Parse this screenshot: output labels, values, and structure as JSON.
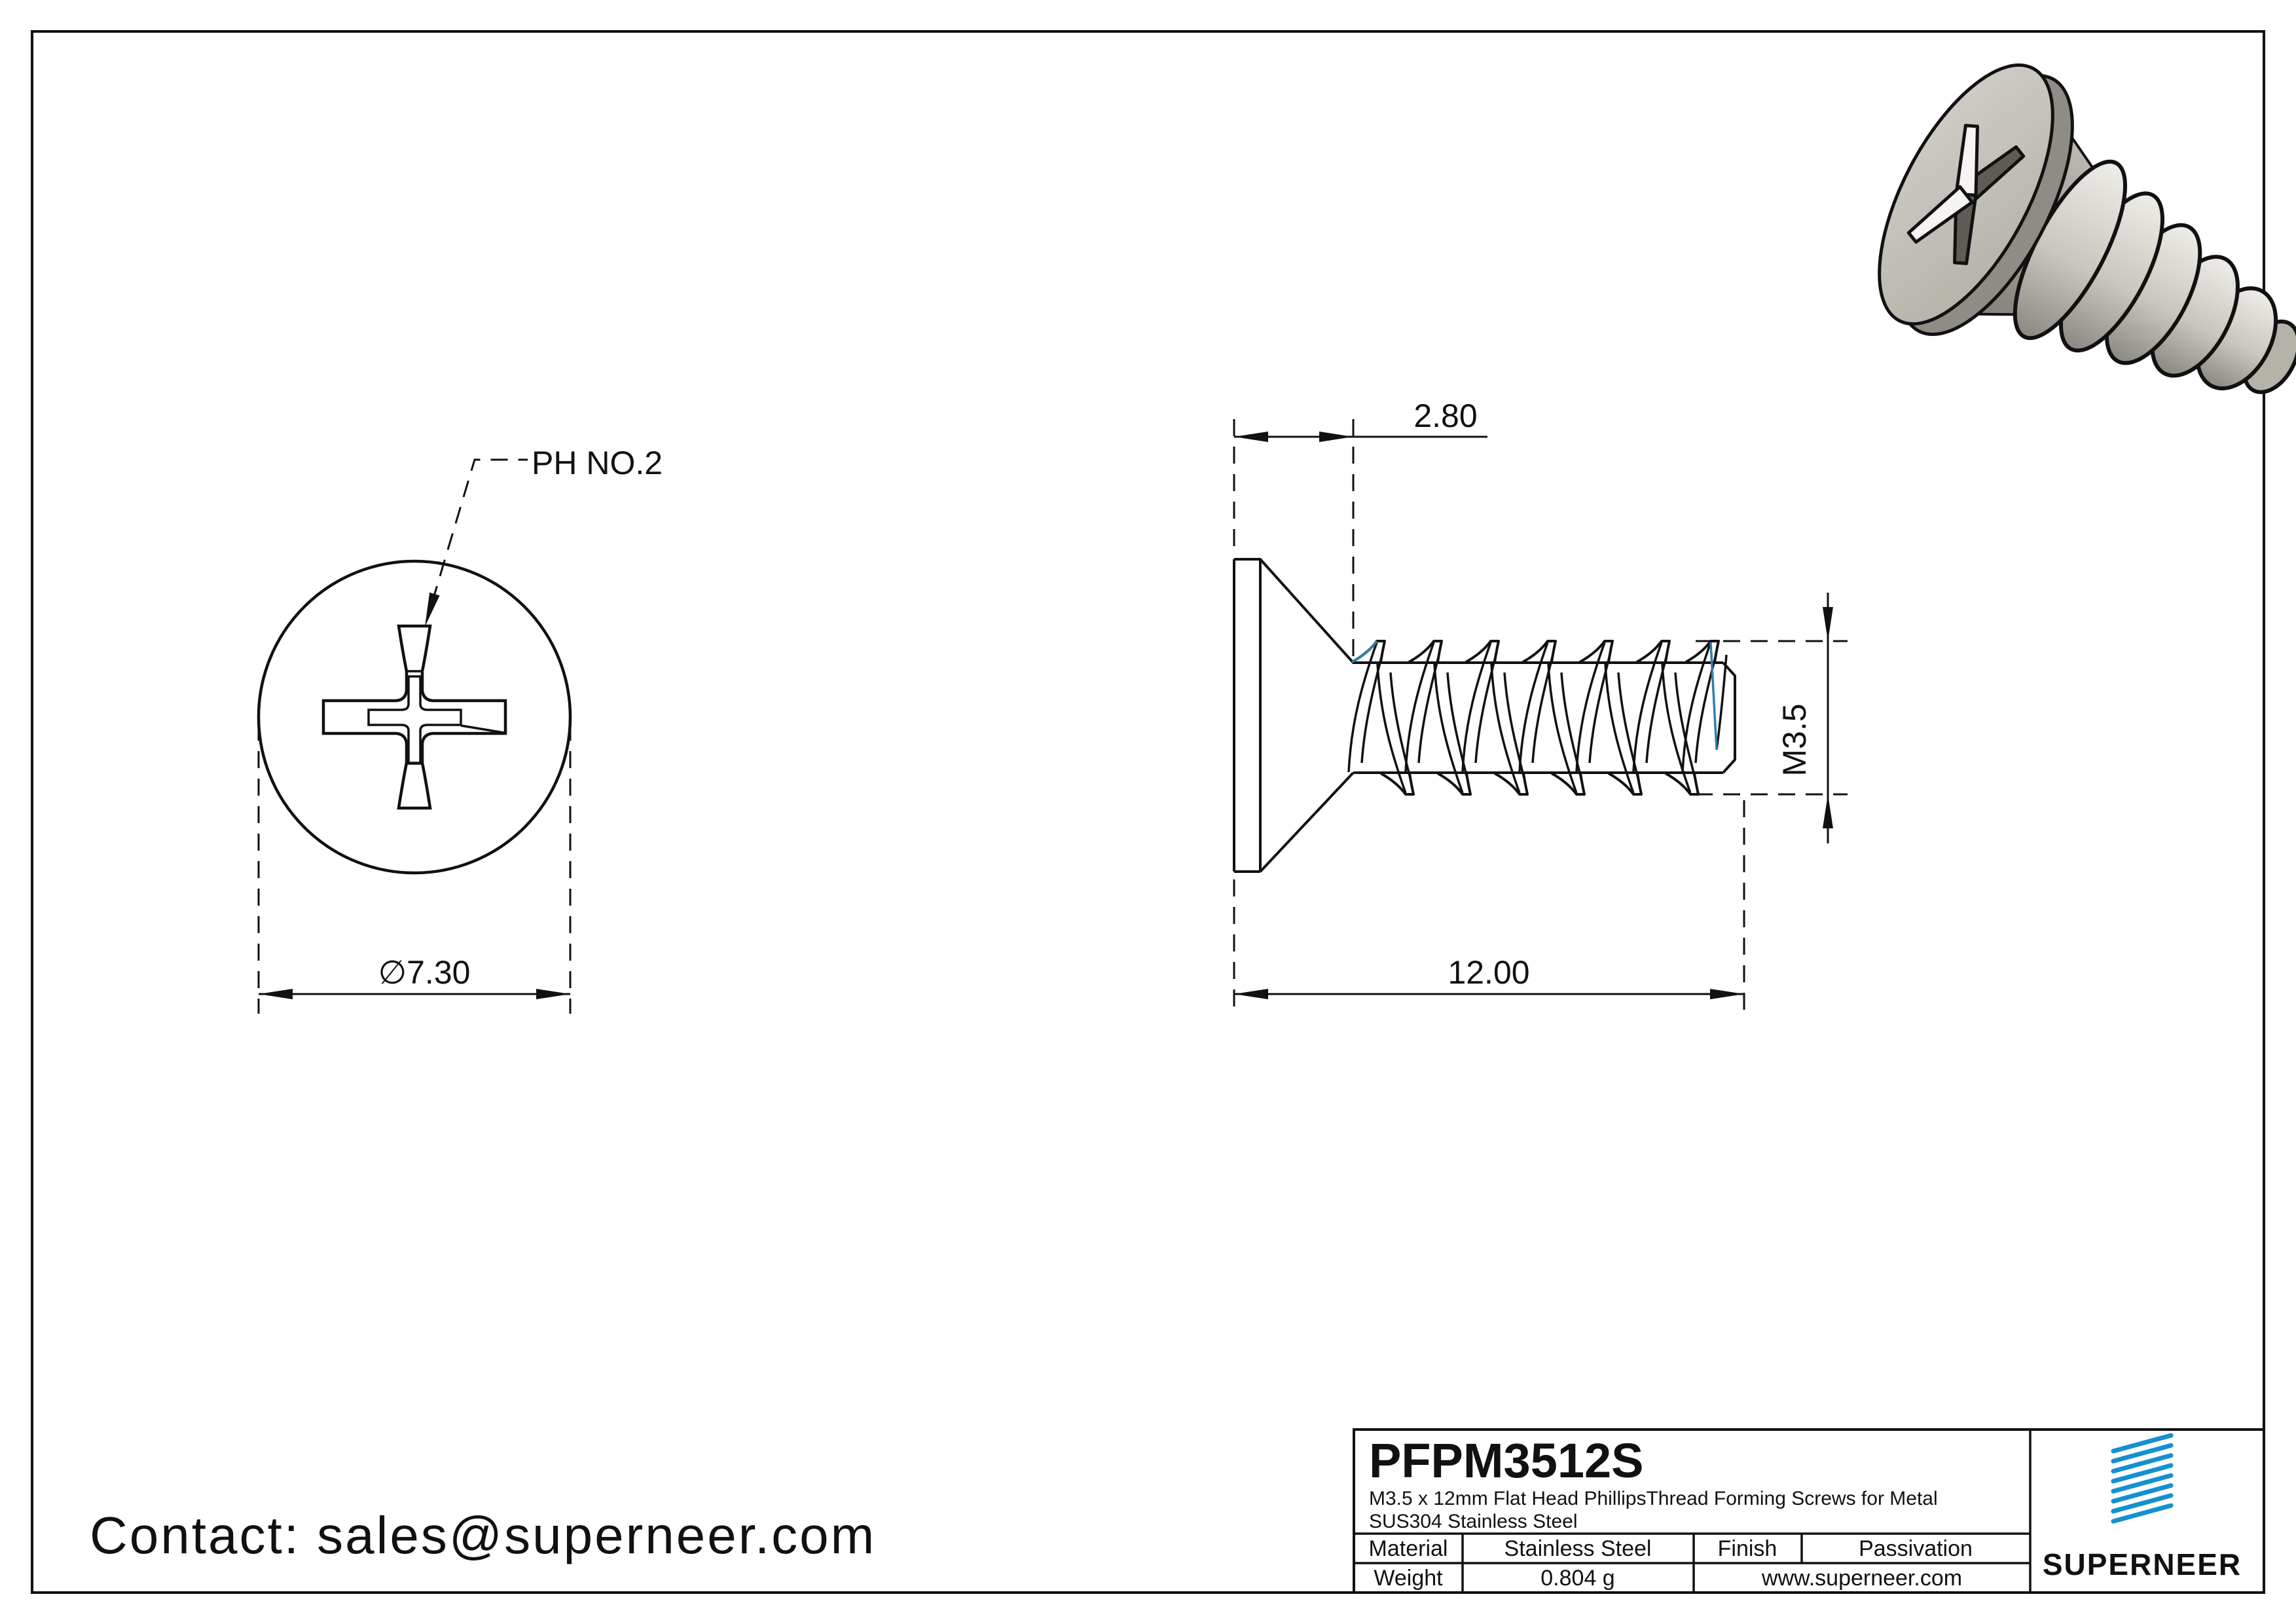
{
  "page": {
    "background": "#ffffff",
    "line_color": "#111111",
    "contact": "Contact: sales@superneer.com"
  },
  "front_view": {
    "recess_label": "PH NO.2",
    "head_diameter": "∅7.30"
  },
  "side_view": {
    "head_height": "2.80",
    "total_length": "12.00",
    "thread_spec": "M3.5",
    "thread_accent_color": "#2e7fad"
  },
  "title_block": {
    "part_number": "PFPM3512S",
    "description_line1": "M3.5 x 12mm Flat Head PhillipsThread Forming Screws for Metal",
    "description_line2": "SUS304 Stainless Steel",
    "material_label": "Material",
    "material_value": "Stainless Steel",
    "finish_label": "Finish",
    "finish_value": "Passivation",
    "weight_label": "Weight",
    "weight_value": "0.804 g",
    "website": "www.superneer.com",
    "brand": "SUPERNEER",
    "brand_color": "#1590d0"
  }
}
